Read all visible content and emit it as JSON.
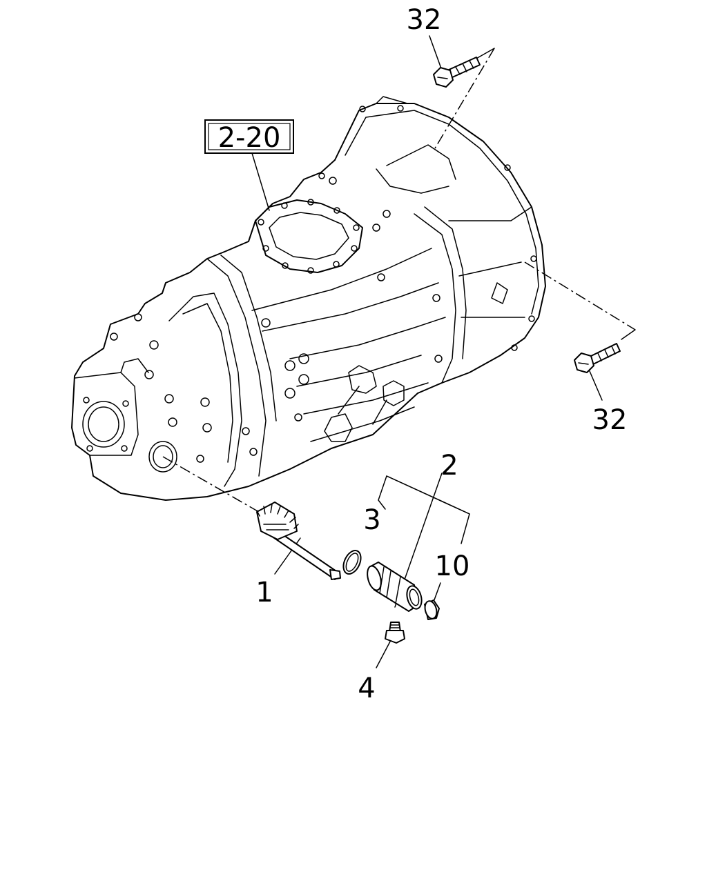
{
  "diagram": {
    "callouts": {
      "bolt_top": "32",
      "bolt_right": "32",
      "ref_box": "2-20",
      "sensor_assy": "2",
      "oring": "3",
      "plug": "10",
      "gear_shaft": "1",
      "screw": "4"
    }
  }
}
